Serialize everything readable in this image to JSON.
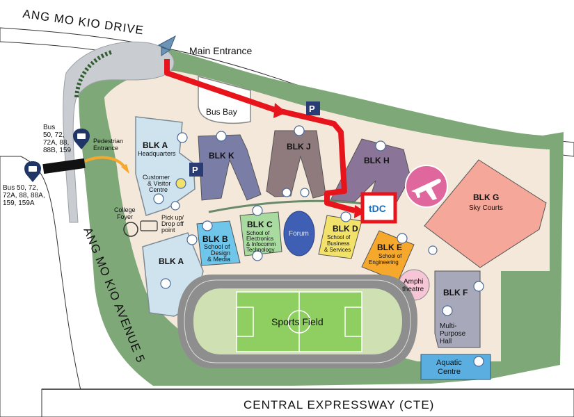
{
  "roads": {
    "north": "ANG MO KIO DRIVE",
    "west": "ANG MO KIO AVENUE 5",
    "south": "CENTRAL EXPRESSWAY (CTE)"
  },
  "entrances": {
    "main": "Main Entrance",
    "pedestrian_line1": "Pedestrian",
    "pedestrian_line2": "Entrance"
  },
  "bus_stops": {
    "right_lines": [
      "Bus",
      "50, 72,",
      "72A, 88,",
      "88B, 159"
    ],
    "left_lines": [
      "Bus 50, 72,",
      "72A, 88, 88A,",
      "159, 159A"
    ]
  },
  "places": {
    "bus_bay": "Bus Bay",
    "college_foyer_line1": "College",
    "college_foyer_line2": "Foyer",
    "customer_centre_line1": "Customer",
    "customer_centre_line2": "& Visitor",
    "customer_centre_line3": "Centre",
    "pickup_line1": "Pick up/",
    "pickup_line2": "Drop off",
    "pickup_line3": "point",
    "forum": "Forum",
    "amphi_line1": "Amphi",
    "amphi_line2": "theatre",
    "sports_field": "Sports Field",
    "aquatic_line1": "Aquatic",
    "aquatic_line2": "Centre",
    "tdc_logo": "tDC",
    "parking": "P"
  },
  "blocks": {
    "a_hq": {
      "title": "BLK A",
      "sub": "Headquarters"
    },
    "a_south": {
      "title": "BLK A"
    },
    "b": {
      "title": "BLK B",
      "sub_lines": [
        "School of",
        "Design",
        "& Media"
      ]
    },
    "c": {
      "title": "BLK C",
      "sub_lines": [
        "School of",
        "Electronics",
        "& Infocomm",
        "Technology"
      ]
    },
    "d": {
      "title": "BLK D",
      "sub_lines": [
        "School of",
        "Business",
        "& Services"
      ]
    },
    "e": {
      "title": "BLK E",
      "sub_lines": [
        "School of",
        "Engineering"
      ]
    },
    "f": {
      "title": "BLK F",
      "sub_lines": [
        "Multi-",
        "Purpose",
        "Hall"
      ]
    },
    "g": {
      "title": "BLK G",
      "sub": "Sky Courts"
    },
    "h": {
      "title": "BLK H"
    },
    "j": {
      "title": "BLK J"
    },
    "k": {
      "title": "BLK K"
    }
  },
  "colors": {
    "route_arrow": "#e8141b",
    "highlight_box": "#e8141b",
    "campus_ground": "#f3e8da",
    "green_border": "#7fa878",
    "road": "#c9ccd0",
    "blk_a": "#cfe3ef",
    "blk_b": "#6fc5ea",
    "blk_c": "#a9dba0",
    "blk_d": "#f3e26a",
    "blk_e": "#f5a82c",
    "blk_f": "#a7a8ba",
    "blk_g": "#f5a79a",
    "blk_h": "#8a7498",
    "blk_j": "#8f7a7e",
    "blk_k": "#7a7ea6",
    "forum": "#3e5fb3",
    "amphitheatre": "#f6c5d6",
    "airplane_circle": "#e0679d",
    "aquatic": "#5aaee0",
    "parking": "#2a3c74",
    "field": "#8fcf62"
  }
}
